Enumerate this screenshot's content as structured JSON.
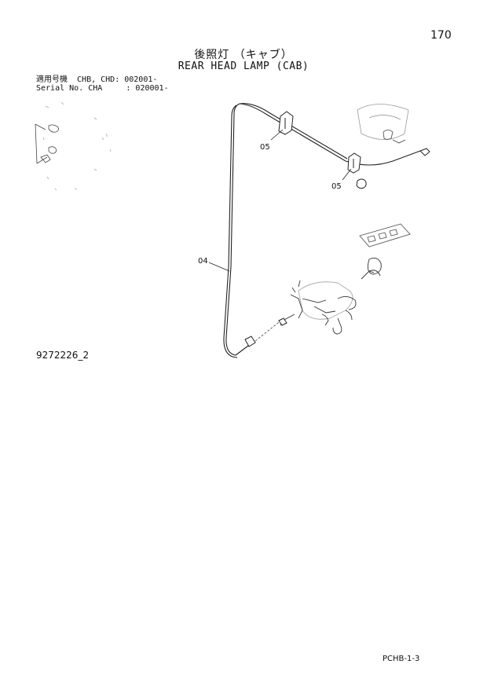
{
  "header": {
    "page_number": "170",
    "title_japanese": "後照灯 （キャブ）",
    "title_english": "REAR HEAD LAMP (CAB)"
  },
  "serial_info": {
    "line1": "適用号機  CHB, CHD: 002001-",
    "line2": "Serial No. CHA     : 020001-"
  },
  "callouts": [
    "05",
    "05",
    "04"
  ],
  "drawing_id": "9272226_2",
  "footer": {
    "code": "PCHB-1-3"
  }
}
